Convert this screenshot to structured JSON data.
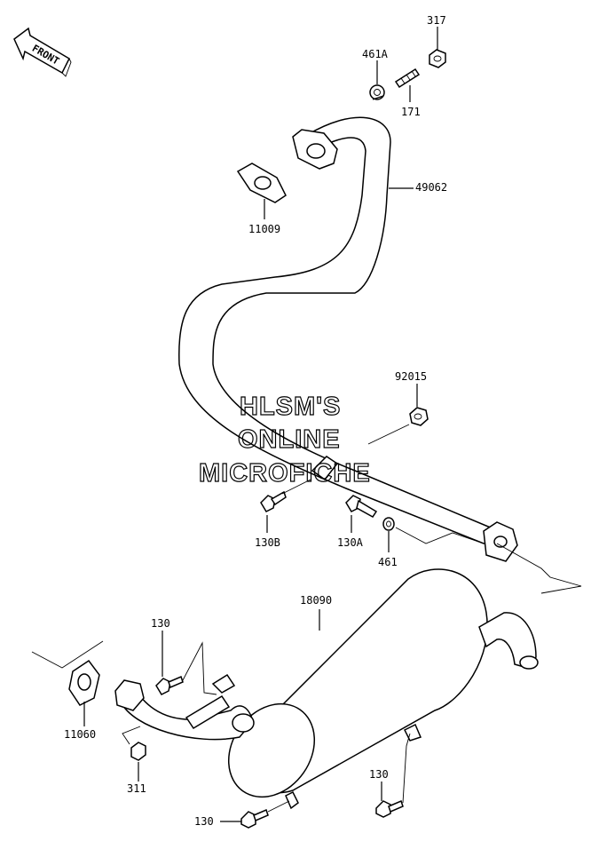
{
  "front_badge": "FRONT",
  "watermark": [
    "HLSM'S",
    "ONLINE",
    "MICROFICHE"
  ],
  "parts": {
    "p317": "317",
    "p461a": "461A",
    "p171": "171",
    "p49062": "49062",
    "p11009": "11009",
    "p92015": "92015",
    "p130b": "130B",
    "p130a": "130A",
    "p461": "461",
    "p18090": "18090",
    "p130_top": "130",
    "p11060": "11060",
    "p311": "311",
    "p130_right": "130",
    "p130_bottom": "130"
  }
}
